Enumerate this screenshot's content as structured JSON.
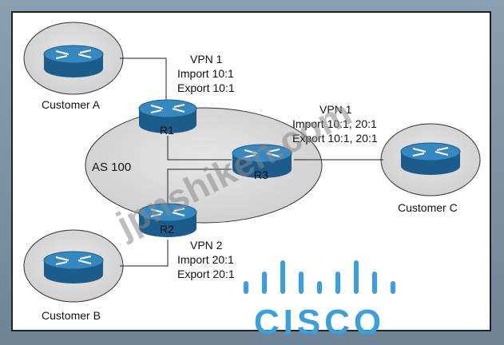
{
  "labels": {
    "customer_a": "Customer A",
    "customer_b": "Customer B",
    "customer_c": "Customer C",
    "as": "AS 100",
    "r1": "R1",
    "r2": "R2",
    "r3": "R3"
  },
  "vpn_r1": {
    "title": "VPN 1",
    "import": "Import 10:1",
    "export": "Export 10:1"
  },
  "vpn_r3": {
    "title": "VPN 1",
    "import": "Import 10:1, 20:1",
    "export": "Export 10:1, 20:1"
  },
  "vpn_r2": {
    "title": "VPN 2",
    "import": "Import 20:1",
    "export": "Export 20:1"
  },
  "watermark": "jpnshiken.com",
  "logo": "CISCO",
  "colors": {
    "router_top": "#2f7fb4",
    "router_side": "#1c5c8a",
    "ellipse": "#d9d9d9",
    "logo": "#3aa0dc"
  }
}
